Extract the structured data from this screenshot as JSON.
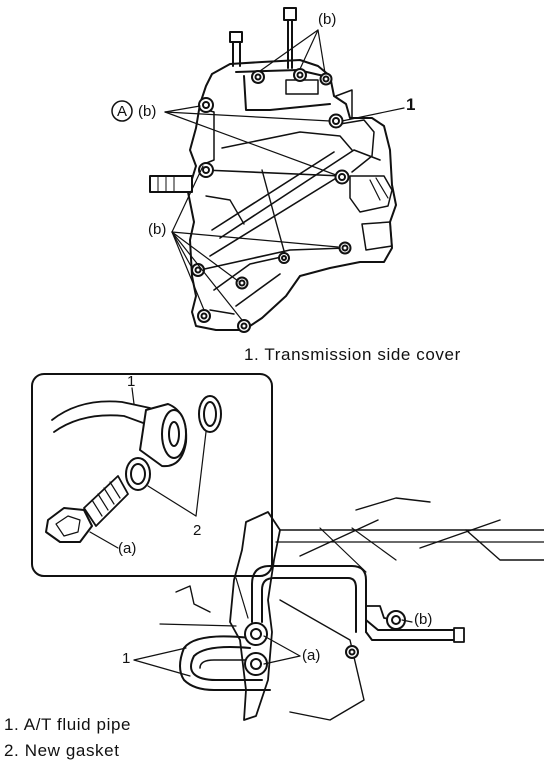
{
  "top_figure": {
    "labels": {
      "b_top": "(b)",
      "circle_letter": "A",
      "b_left": "(b)",
      "num_1": "1",
      "b_lower": "(b)"
    },
    "caption": "1. Transmission side cover"
  },
  "bottom_figure": {
    "inset_labels": {
      "num_1": "1",
      "num_2": "2",
      "a": "(a)"
    },
    "labels": {
      "b_right": "(b)",
      "a_right": "(a)",
      "num_1": "1"
    },
    "legend": [
      "1. A/T fluid pipe",
      "2. New gasket"
    ]
  }
}
